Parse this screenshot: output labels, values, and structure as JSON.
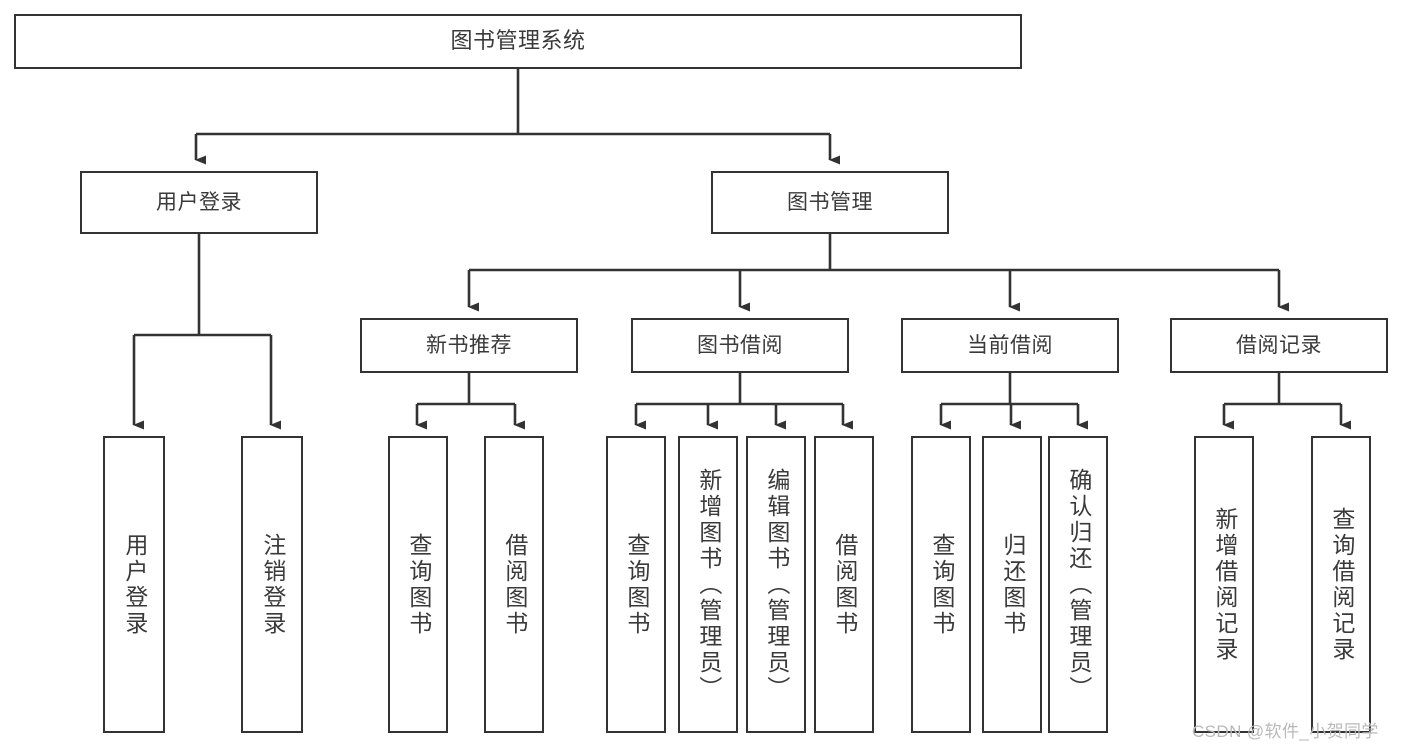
{
  "diagram": {
    "title_node": {
      "label": "图书管理系统"
    },
    "level1": [
      {
        "id": "user-login",
        "label": "用户登录"
      },
      {
        "id": "book-management",
        "label": "图书管理"
      }
    ],
    "level2": [
      {
        "id": "new-book-recommend",
        "label": "新书推荐"
      },
      {
        "id": "book-borrow",
        "label": "图书借阅"
      },
      {
        "id": "current-borrow",
        "label": "当前借阅"
      },
      {
        "id": "borrow-record",
        "label": "借阅记录"
      }
    ],
    "leaves": [
      {
        "id": "leaf-user-login",
        "label": "用户登录"
      },
      {
        "id": "leaf-logout-login",
        "label": "注销登录"
      },
      {
        "id": "leaf-query-book-1",
        "label": "查询图书"
      },
      {
        "id": "leaf-borrow-book-1",
        "label": "借阅图书"
      },
      {
        "id": "leaf-query-book-2",
        "label": "查询图书"
      },
      {
        "id": "leaf-add-book",
        "label": "新增图书（管理员）"
      },
      {
        "id": "leaf-edit-book",
        "label": "编辑图书（管理员）"
      },
      {
        "id": "leaf-borrow-book-2",
        "label": "借阅图书"
      },
      {
        "id": "leaf-query-book-3",
        "label": "查询图书"
      },
      {
        "id": "leaf-return-book",
        "label": "归还图书"
      },
      {
        "id": "leaf-confirm-return",
        "label": "确认归还（管理员）"
      },
      {
        "id": "leaf-add-record",
        "label": "新增借阅记录"
      },
      {
        "id": "leaf-query-record",
        "label": "查询借阅记录"
      }
    ]
  },
  "watermark": {
    "text": "CSDN @软件_小贺同学"
  },
  "colors": {
    "stroke": "#333333",
    "text": "#3a3a3a",
    "background": "#ffffff",
    "watermark": "#b9b9b9"
  }
}
